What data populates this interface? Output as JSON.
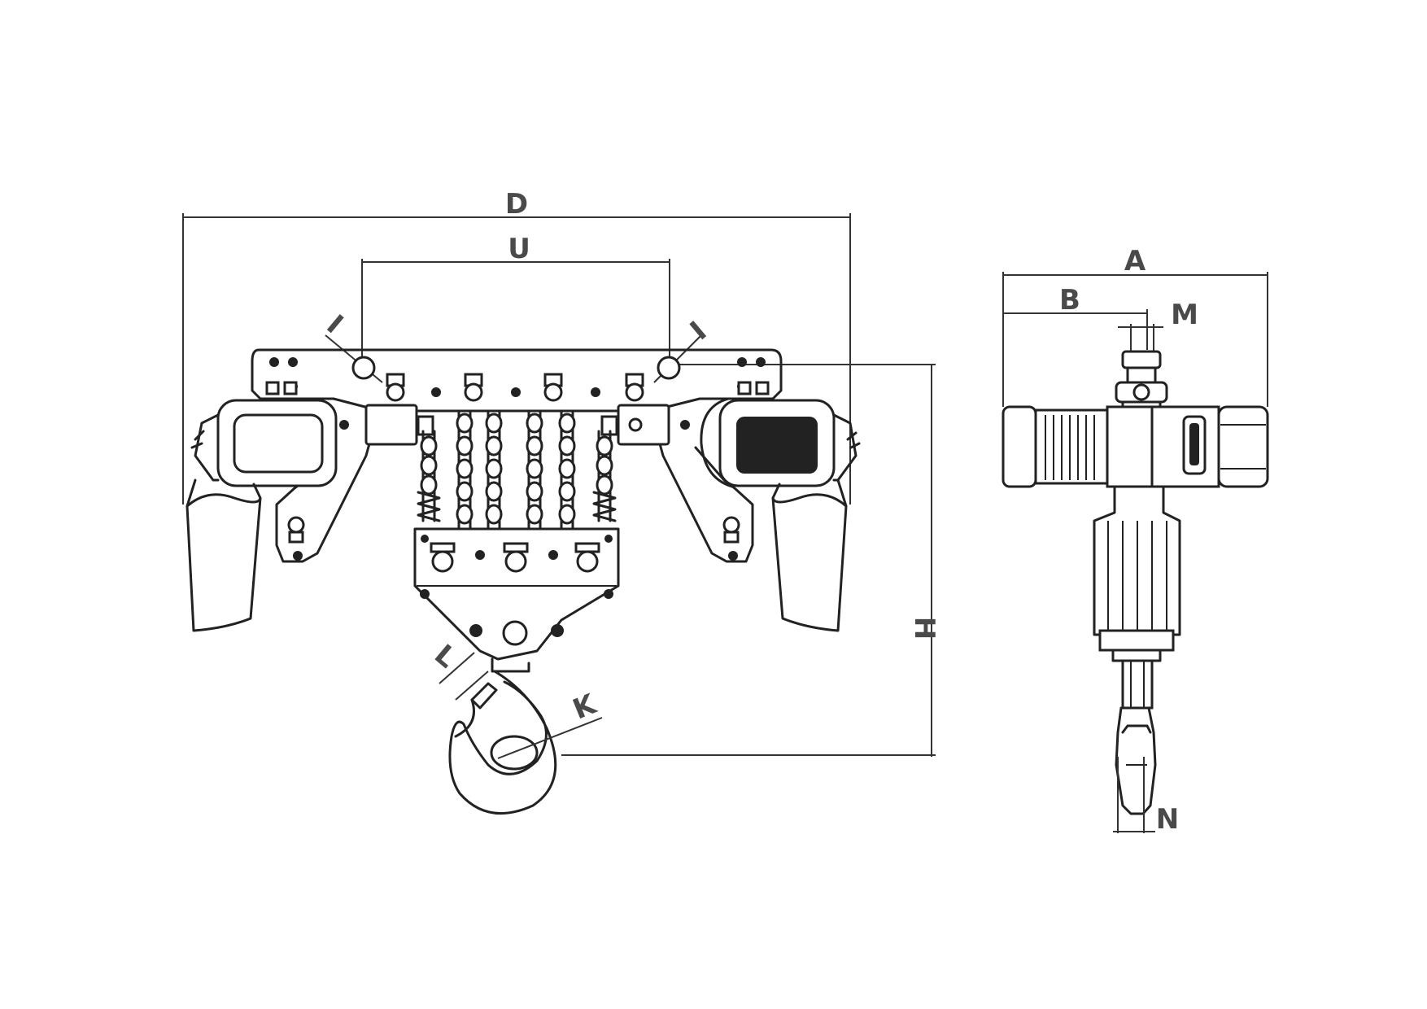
{
  "labels": {
    "D": "D",
    "U": "U",
    "I_left": "I",
    "I_right": "I",
    "H": "H",
    "L": "L",
    "K": "K",
    "A": "A",
    "B": "B",
    "M": "M",
    "N": "N"
  },
  "colors": {
    "line": "#222222",
    "label": "#4a4a4a",
    "background": "#ffffff"
  }
}
